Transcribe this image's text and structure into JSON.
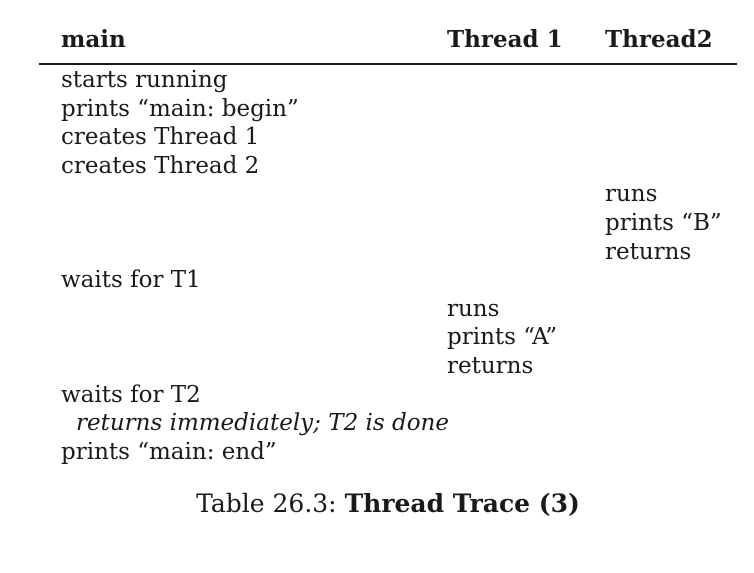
{
  "colors": {
    "ink": "#1a1a1a",
    "paper": "#ffffff"
  },
  "table": {
    "headers": [
      {
        "label": "main"
      },
      {
        "label": "Thread 1"
      },
      {
        "label": "Thread2"
      }
    ],
    "rows": [
      {
        "column": "main",
        "text": "starts running"
      },
      {
        "column": "main",
        "text": "prints “main: begin”"
      },
      {
        "column": "main",
        "text": "creates Thread 1"
      },
      {
        "column": "main",
        "text": "creates Thread 2"
      },
      {
        "column": "thread2",
        "text": "runs"
      },
      {
        "column": "thread2",
        "text": "prints “B”"
      },
      {
        "column": "thread2",
        "text": "returns"
      },
      {
        "column": "main",
        "text": "waits for T1"
      },
      {
        "column": "thread1",
        "text": "runs"
      },
      {
        "column": "thread1",
        "text": "prints “A”"
      },
      {
        "column": "thread1",
        "text": "returns"
      },
      {
        "column": "main",
        "text": "waits for T2"
      },
      {
        "column": "main",
        "text": "returns immediately; T2 is done",
        "style": "italic"
      },
      {
        "column": "main",
        "text": "prints “main: end”"
      }
    ]
  },
  "caption": {
    "prefix": "Table 26.3: ",
    "title": "Thread Trace (3)"
  }
}
